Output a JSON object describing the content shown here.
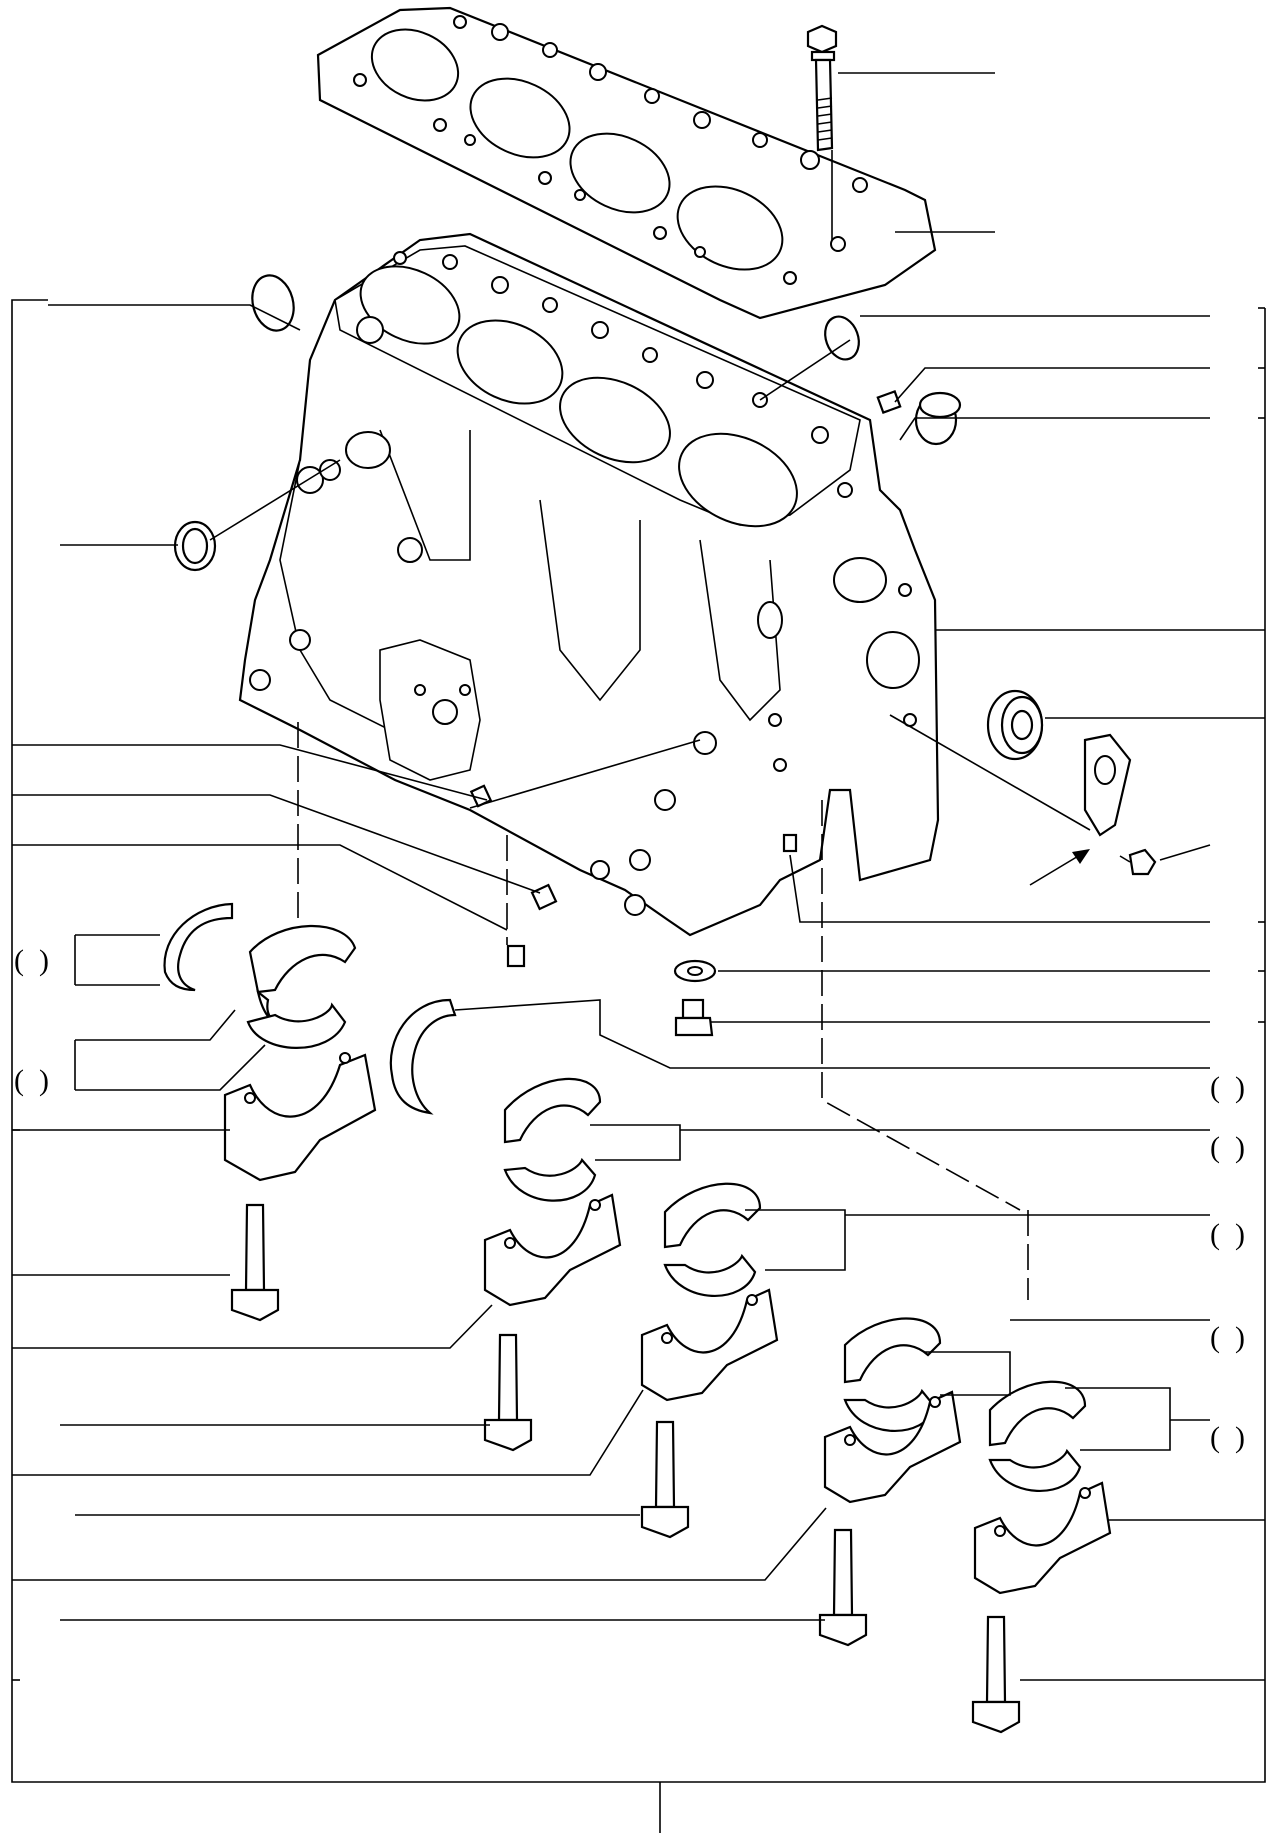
{
  "parenthesis_labels": [
    {
      "id": "left-upper",
      "text": "(  )"
    },
    {
      "id": "left-lower",
      "text": "(  )"
    },
    {
      "id": "right-1",
      "text": "(  )"
    },
    {
      "id": "right-2",
      "text": "(  )"
    },
    {
      "id": "right-3",
      "text": "(  )"
    },
    {
      "id": "right-4",
      "text": "(  )"
    },
    {
      "id": "right-5",
      "text": "(  )"
    }
  ]
}
